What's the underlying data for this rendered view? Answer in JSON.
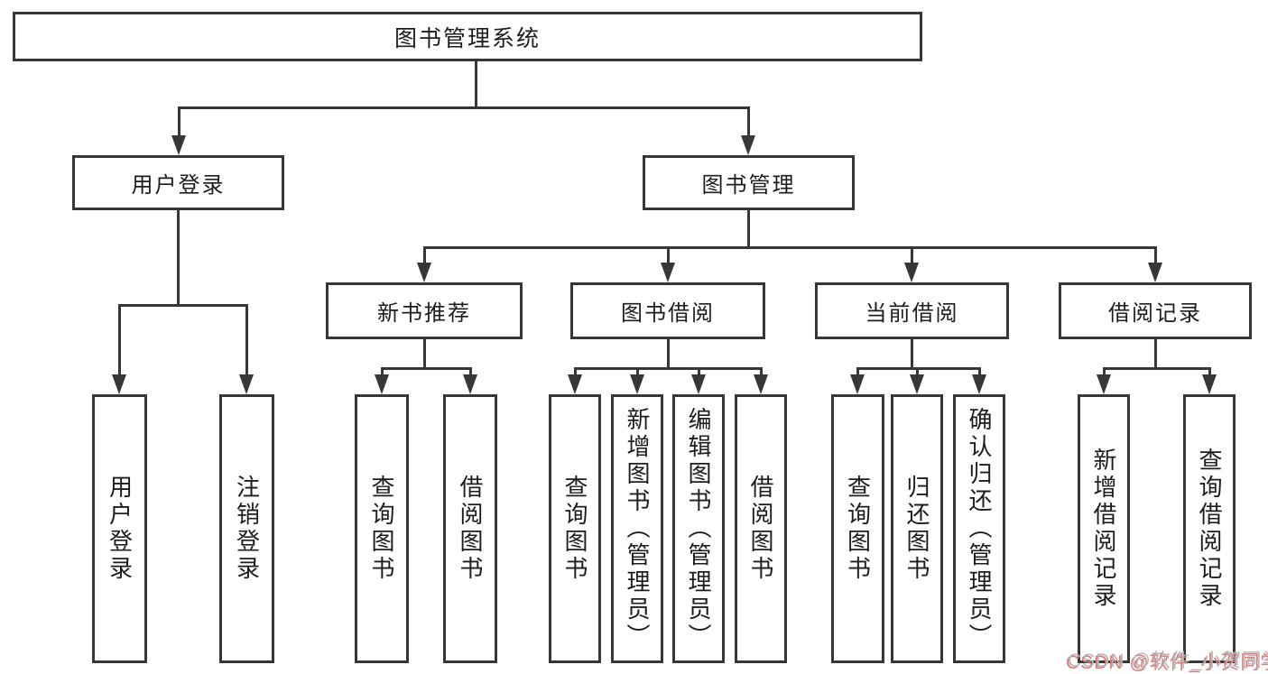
{
  "diagram": {
    "root": {
      "label": "图书管理系统"
    },
    "branches": [
      {
        "label": "用户登录",
        "children": [
          {
            "label": "用户登录"
          },
          {
            "label": "注销登录"
          }
        ]
      },
      {
        "label": "图书管理",
        "sections": [
          {
            "label": "新书推荐",
            "children": [
              {
                "label": "查询图书"
              },
              {
                "label": "借阅图书"
              }
            ]
          },
          {
            "label": "图书借阅",
            "children": [
              {
                "label": "查询图书"
              },
              {
                "label": "新增图书（管理员）"
              },
              {
                "label": "编辑图书（管理员）"
              },
              {
                "label": "借阅图书"
              }
            ]
          },
          {
            "label": "当前借阅",
            "children": [
              {
                "label": "查询图书"
              },
              {
                "label": "归还图书"
              },
              {
                "label": "确认归还（管理员）"
              }
            ]
          },
          {
            "label": "借阅记录",
            "children": [
              {
                "label": "新增借阅记录"
              },
              {
                "label": "查询借阅记录"
              }
            ]
          }
        ]
      }
    ]
  },
  "watermark": {
    "text": "CSDN @软件_小贺同学"
  },
  "colors": {
    "line": "#373737",
    "box_border": "#373737",
    "text": "#1d1d1d",
    "background": "#ffffff",
    "watermark_gray": "#b5b5b5",
    "watermark_red": "#de7878"
  }
}
